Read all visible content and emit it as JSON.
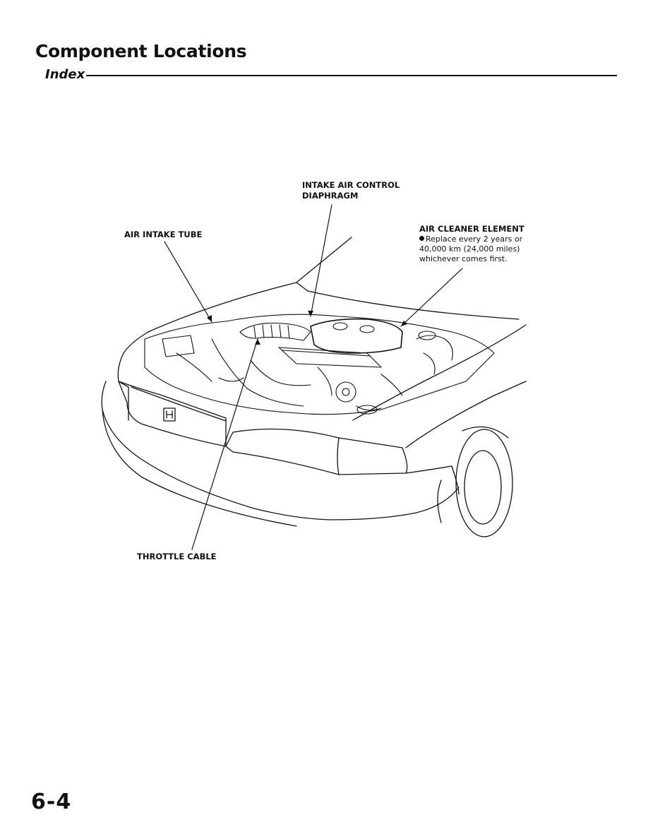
{
  "header": {
    "title": "Component Locations",
    "subtitle": "Index"
  },
  "labels": {
    "intake_air_control_line1": "INTAKE AIR CONTROL",
    "intake_air_control_line2": "DIAPHRAGM",
    "air_intake_tube": "AIR INTAKE TUBE",
    "air_cleaner_element": "AIR CLEANER ELEMENT",
    "air_cleaner_note_line1": "Replace every 2 years or",
    "air_cleaner_note_line2": "40,000 km (24,000 miles)",
    "air_cleaner_note_line3": "whichever comes first.",
    "throttle_cable": "THROTTLE CABLE"
  },
  "footer": {
    "page_number": "6-4"
  }
}
